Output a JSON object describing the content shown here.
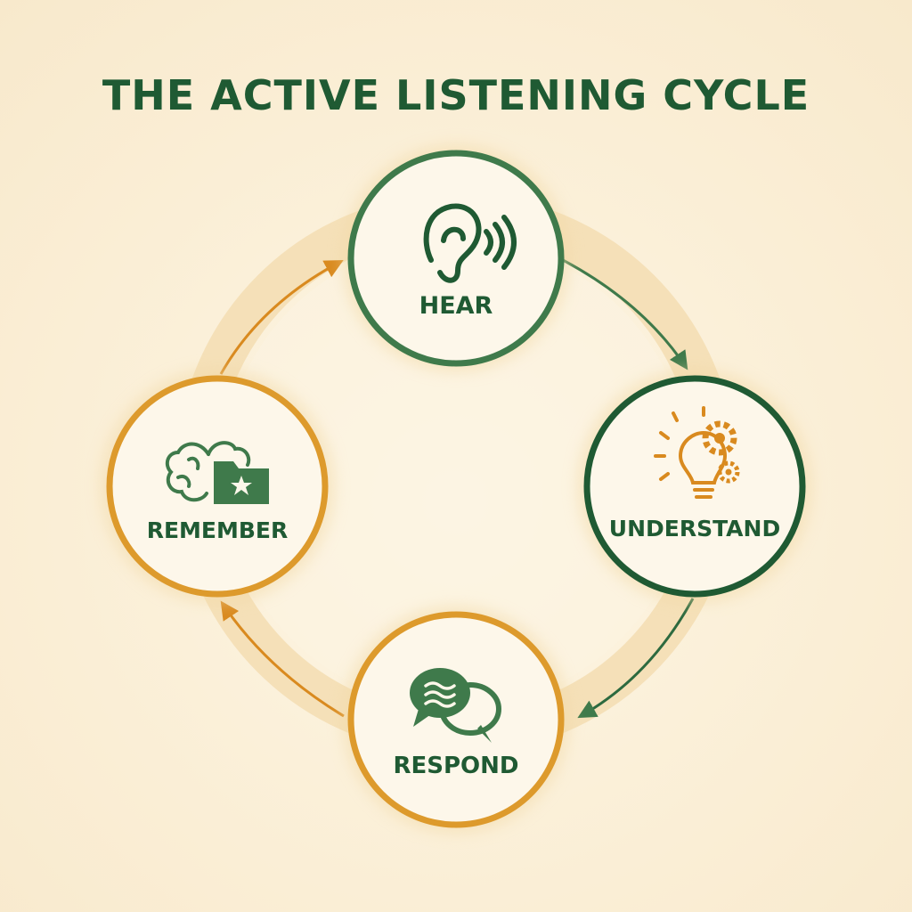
{
  "title": "THE ACTIVE LISTENING CYCLE",
  "colors": {
    "green": "#3f7a4b",
    "dark_green": "#1f5a33",
    "orange": "#dd9a2c",
    "icon_orange": "#d98a1f",
    "ring": "#f3ddb2",
    "node_fill": "#fdf7ea"
  },
  "nodes": [
    {
      "key": "hear",
      "label": "HEAR",
      "icon": "ear-sound-icon"
    },
    {
      "key": "understand",
      "label": "UNDERSTAND",
      "icon": "lightbulb-gears-icon"
    },
    {
      "key": "respond",
      "label": "RESPOND",
      "icon": "chat-bubbles-icon"
    },
    {
      "key": "remember",
      "label": "REMEMBER",
      "icon": "brain-folder-icon"
    }
  ]
}
